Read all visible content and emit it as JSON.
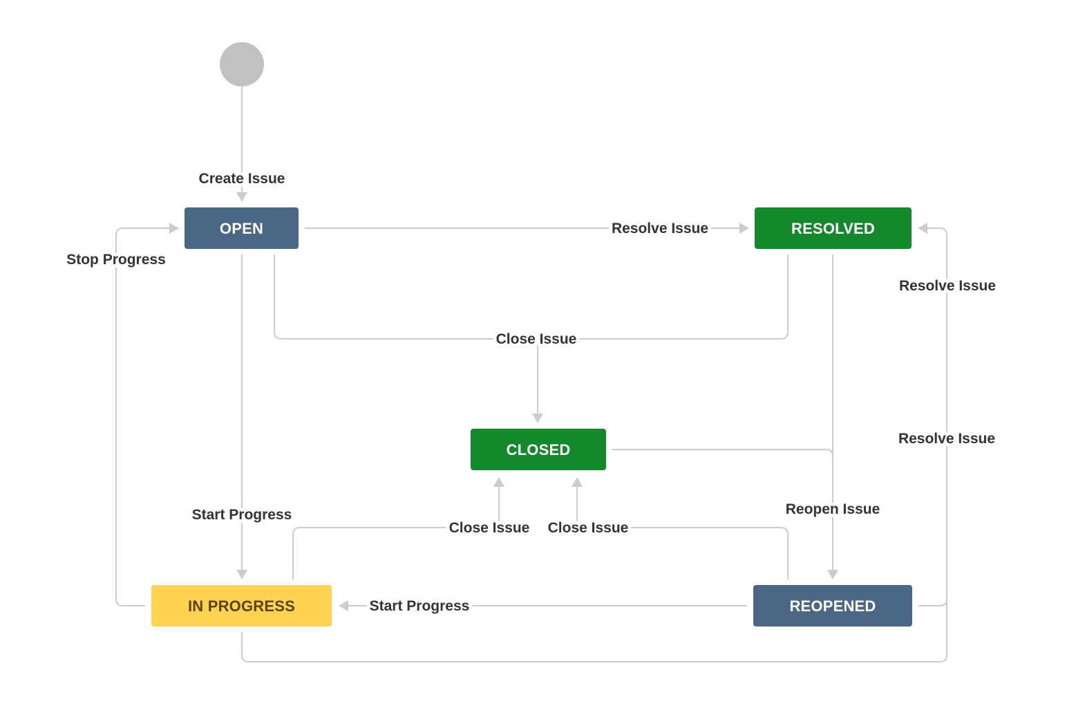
{
  "statuses": {
    "open": {
      "label": "OPEN",
      "fill": "#4a6785",
      "text_color": "#ffffff"
    },
    "resolved": {
      "label": "RESOLVED",
      "fill": "#14892c",
      "text_color": "#ffffff"
    },
    "closed": {
      "label": "CLOSED",
      "fill": "#14892c",
      "text_color": "#ffffff"
    },
    "in_progress": {
      "label": "IN PROGRESS",
      "fill": "#ffd351",
      "text_color": "#594300"
    },
    "reopened": {
      "label": "REOPENED",
      "fill": "#4a6785",
      "text_color": "#ffffff"
    }
  },
  "transitions": {
    "create_issue": "Create Issue",
    "resolve_open": "Resolve Issue",
    "stop_progress": "Stop Progress",
    "close_open_resolved": "Close Issue",
    "resolve_reopened_upper": "Resolve Issue",
    "resolve_inprogress_lower": "Resolve Issue",
    "start_progress_open": "Start Progress",
    "close_inprogress": "Close Issue",
    "close_reopened": "Close Issue",
    "reopen_issue": "Reopen Issue",
    "start_progress_reopened": "Start Progress"
  },
  "colors": {
    "start_node": "#c1c1c1",
    "connector": "#cccccc",
    "label_text": "#333333"
  }
}
